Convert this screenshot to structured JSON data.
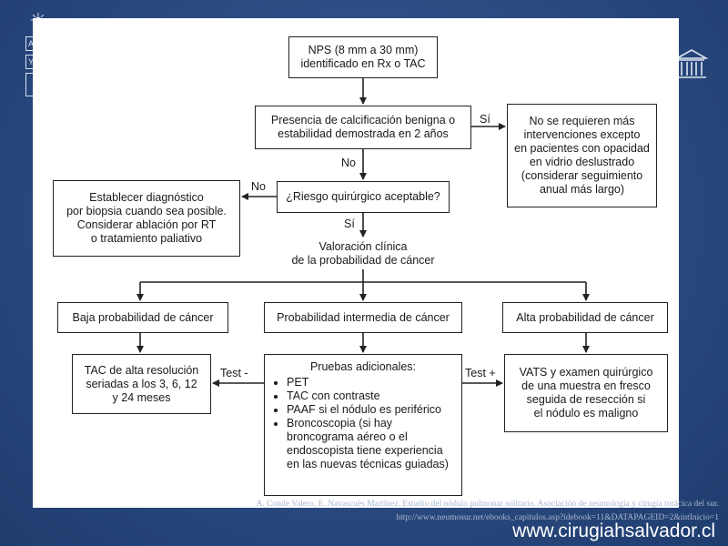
{
  "flowchart": {
    "start": [
      "NPS (8 mm a 30 mm)",
      "identificado en Rx o TAC"
    ],
    "q1": [
      "Presencia de calcificación benigna o",
      "estabilidad demostrada en 2 años"
    ],
    "q1_yes_label": "Sí",
    "q1_yes_result": [
      "No se requieren más",
      "intervenciones excepto",
      "en pacientes con opacidad",
      "en vidrio deslustrado",
      "(considerar seguimiento",
      "anual más largo)"
    ],
    "q1_no_label": "No",
    "q2": "¿Riesgo quirúrgico aceptable?",
    "q2_no_label": "No",
    "q2_no_result": [
      "Establecer diagnóstico",
      "por biopsia cuando sea posible.",
      "Considerar ablación por RT",
      "o tratamiento paliativo"
    ],
    "q2_yes_label": "Sí",
    "assessment": [
      "Valoración clínica",
      "de la probabilidad de cáncer"
    ],
    "prob_low": "Baja probabilidad de cáncer",
    "prob_mid": "Probabilidad intermedia de cáncer",
    "prob_high": "Alta probabilidad de cáncer",
    "low_result": [
      "TAC de alta resolución",
      "seriadas a los 3, 6, 12",
      "y 24 meses"
    ],
    "tests_title": "Pruebas adicionales:",
    "tests_items": [
      "PET",
      "TAC con contraste",
      "PAAF si el nódulo es periférico",
      "Broncoscopia (si hay broncograma aéreo o el endoscopista tiene experiencia en las nuevas técnicas guiadas)"
    ],
    "test_neg_label": "Test -",
    "test_pos_label": "Test +",
    "high_result": [
      "VATS y examen quirúrgico",
      "de una muestra en fresco",
      "seguida de resección si",
      "el nódulo es maligno"
    ]
  },
  "citation": [
    "A. Conde Valero, E. Navascués Martínez. Estudio del nódulo pulmonar solitario. Asociación de neumología y cirugía torácica del sur.",
    "http://www.neumosur.net/ebooks_capitulos.asp?idebook=11&DATAPAGEID=2&intInicio=1"
  ],
  "website": "www.cirugiahsalvador.cl",
  "colors": {
    "background": "#2a4a80",
    "slide": "#ffffff",
    "ink": "#1a1a1a"
  }
}
